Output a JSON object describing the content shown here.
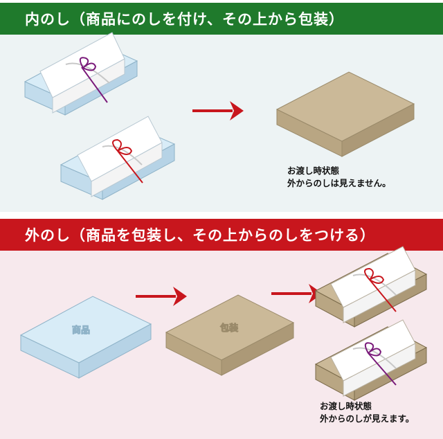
{
  "top_section": {
    "title": "内のし（商品にのしを付け、その上から包装）",
    "caption_line1": "お渡し時状態",
    "caption_line2": "外からのしは見えません。"
  },
  "bottom_section": {
    "title": "外のし（商品を包装し、その上からのしをつける）",
    "product_label": "商品",
    "wrapped_label": "包装",
    "caption_line1": "お渡し時状態",
    "caption_line2": "外からのしが見えます。"
  },
  "colors": {
    "top_banner": "#1f7a2c",
    "bottom_banner": "#c8161d",
    "arrow": "#c8161d",
    "product_box": "#d8ecf7",
    "wrapping_paper": "#cbb998",
    "ribbon_red": "#c8161d",
    "ribbon_purple": "#7a1a7a"
  }
}
